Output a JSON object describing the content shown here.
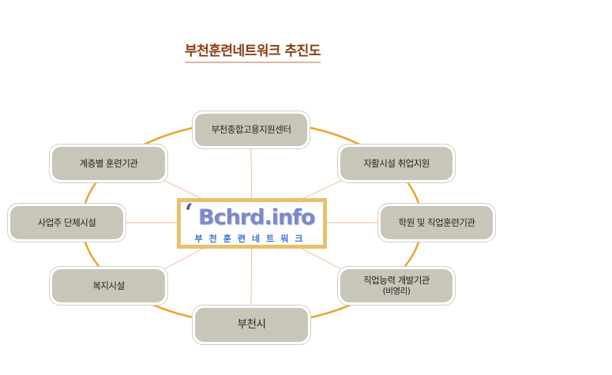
{
  "title": "부천훈련네트워크 추진도",
  "center": {
    "quote_mark": "‘",
    "logo": "Bchrd.info",
    "subtitle": "부천훈련네트워크"
  },
  "nodes": {
    "top": "부천종합고용지원센터",
    "top_left": "계층별 훈련기관",
    "top_right": "자활시설 취업지원",
    "left": "사업주 단체시설",
    "right": "학원 및 직업훈련기관",
    "bottom_left": "복지시설",
    "bottom_right_line1": "직업능력 개발기관",
    "bottom_right_line2": "(비영리)",
    "bottom": "부천시"
  },
  "colors": {
    "ring": "#eba52b",
    "spoke": "#f2c7ac",
    "node_fill": "#c8c6b8",
    "title": "#8a3a14",
    "center_border": "#e8c06e"
  }
}
